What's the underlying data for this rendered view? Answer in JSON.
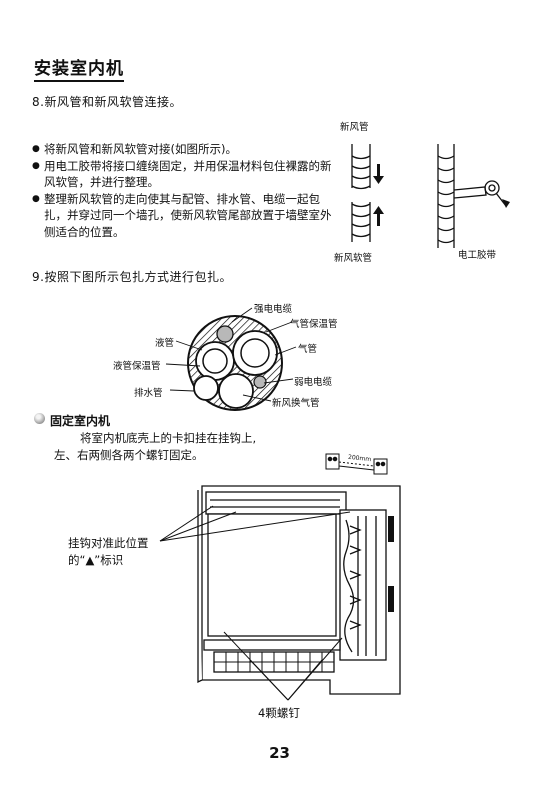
{
  "title": "安装室内机",
  "step8": {
    "heading": "8.新风管和新风软管连接。",
    "bullets": [
      "将新风管和新风软管对接(如图所示)。",
      "用电工胶带将接口缠绕固定，并用保温材料包住裸露的新风软管，并进行整理。",
      "整理新风软管的走向使其与配管、排水管、电缆一起包扎，并穿过同一个墙孔，使新风软管尾部放置于墙壁室外侧适合的位置。"
    ],
    "diagram": {
      "label_top": "新风管",
      "label_bottom": "新风软管",
      "label_tape": "电工胶带"
    }
  },
  "step9": {
    "heading": "9.按照下图所示包扎方式进行包扎。",
    "bundle_labels": {
      "strong_cable": "强电电缆",
      "gas_insulation": "气管保温管",
      "liquid_pipe": "液管",
      "gas_pipe": "气管",
      "liquid_insulation": "液管保温管",
      "weak_cable": "弱电电缆",
      "drain_pipe": "排水管",
      "fresh_air_pipe": "新风换气管"
    }
  },
  "fix_section": {
    "heading": "固定室内机",
    "paragraph_line1": "将室内机底壳上的卡扣挂在挂钩上,",
    "paragraph_line2": "左、右两侧各两个螺钉固定。",
    "hook_label_line1": "挂钩对准此位置",
    "hook_label_line2": "的“▲”标识",
    "screws_label": "4颗螺钉",
    "dim_label": "200mm"
  },
  "page_number": "23"
}
